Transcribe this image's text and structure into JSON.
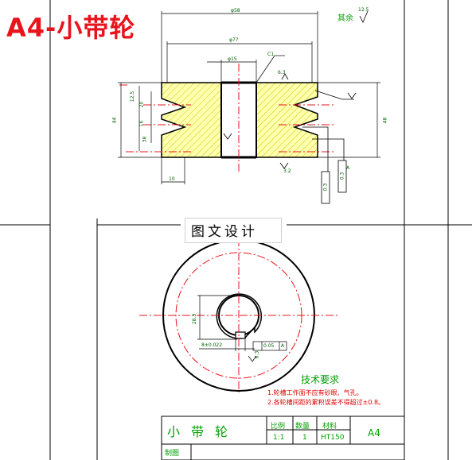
{
  "header": {
    "title": "A4-小带轮"
  },
  "watermark": {
    "text": "图文设计"
  },
  "drawing": {
    "roughness_label": "其余",
    "roughness_value": "12.5",
    "dim_outer": "φ58",
    "dim_inner": "φ77",
    "dim_bore": "φ15",
    "chamfer": "C1",
    "roughness_hub": "6.3",
    "roughness_bottom": "3.2",
    "dim_width": "10",
    "dim_height_left": "44",
    "dim_height_right": "48",
    "groove_dims": [
      "12.5",
      "20",
      "16",
      "38"
    ],
    "tol_flat": "0.3",
    "tol_flat2": "0.3",
    "tol_box_right": "A",
    "keyway_depth": "28.3",
    "keyway_tol": "8±0.022",
    "sym_tol": "0.05",
    "sym_datum": "A",
    "roughness_key": "6.3"
  },
  "requirements": {
    "title": "技术要求",
    "items": [
      "1.轮槽工作面不应有砂眼、气孔。",
      "2.各轮槽间距的累积误差不得超过±0.8。"
    ]
  },
  "title_block": {
    "part_name": "小带轮",
    "scale_label": "比例",
    "qty_label": "数量",
    "material_label": "材料",
    "scale_value": "1:1",
    "qty_value": "1",
    "material_value": "HT150",
    "size": "A4",
    "drawn_label": "制图"
  },
  "colors": {
    "red": "#e8141c",
    "green": "#00a000",
    "hatch": "#ffff99",
    "outline": "#000000"
  }
}
